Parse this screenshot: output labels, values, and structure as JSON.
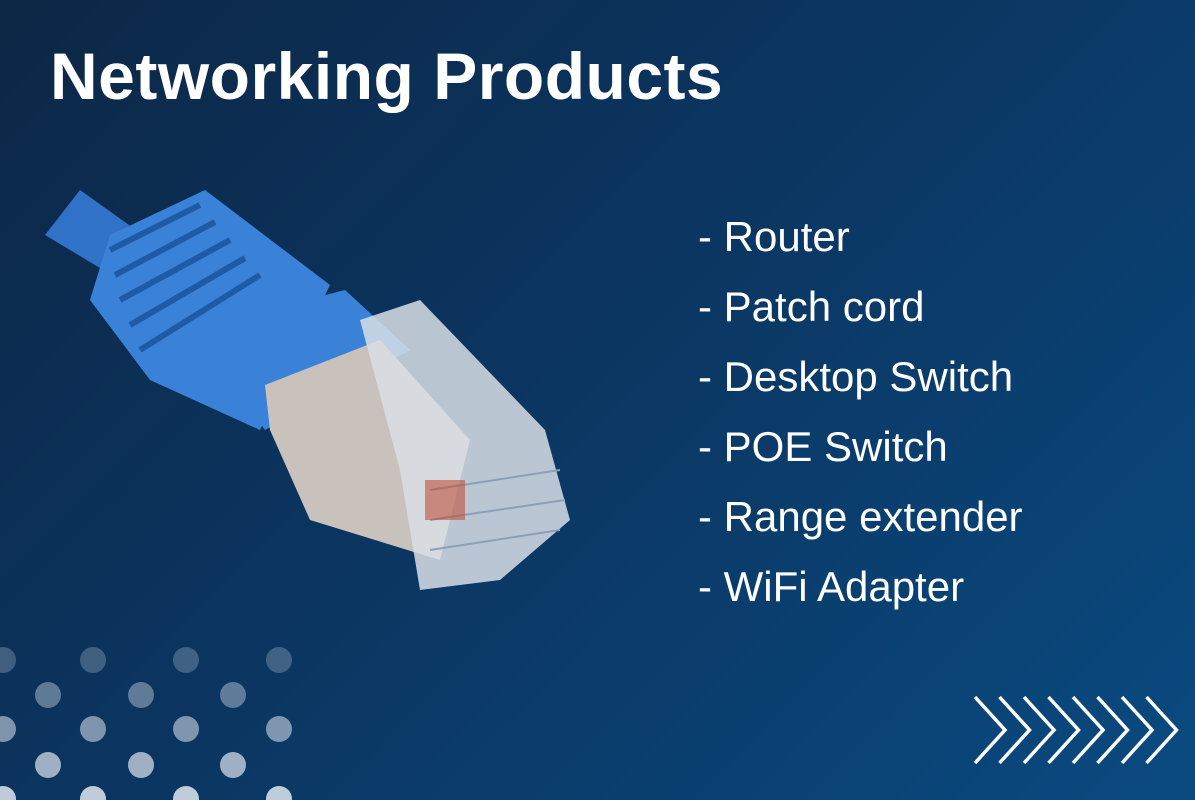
{
  "title": "Networking Products",
  "products": [
    {
      "label": "- Router"
    },
    {
      "label": "- Patch cord"
    },
    {
      "label": "- Desktop Switch"
    },
    {
      "label": "- POE Switch"
    },
    {
      "label": "- Range extender"
    },
    {
      "label": "- WiFi Adapter"
    }
  ],
  "image": {
    "description_icon": "ethernet-cable-icon"
  },
  "colors": {
    "accent": "#3a7fd0",
    "background": "#0b3560"
  }
}
